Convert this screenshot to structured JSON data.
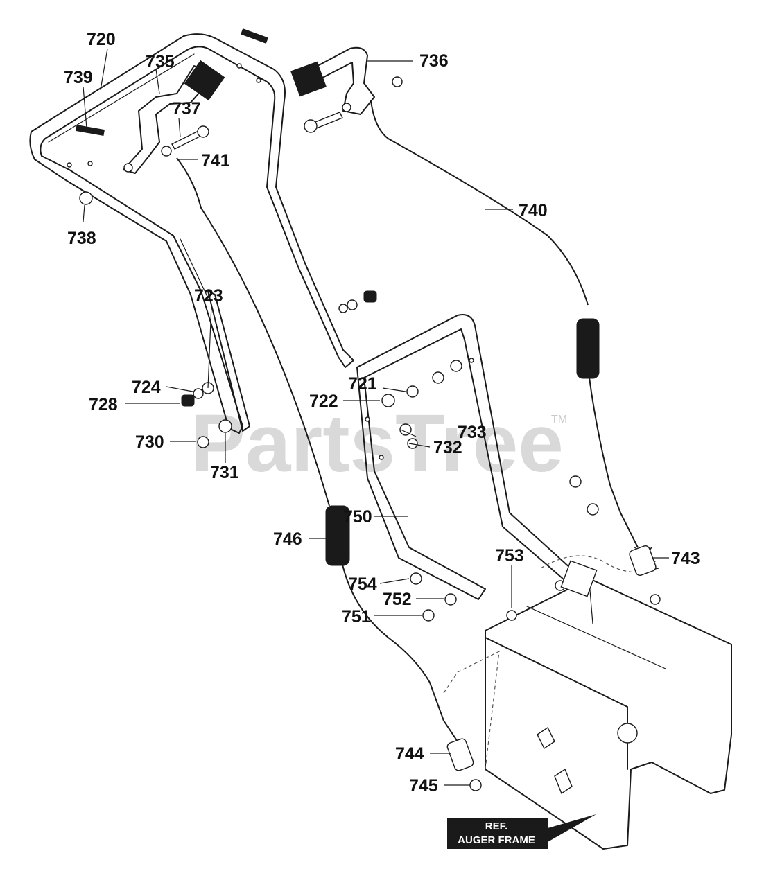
{
  "watermark": {
    "text": "PartsTree",
    "trademark": "TM"
  },
  "reference_box": {
    "line1": "REF.",
    "line2": "AUGER FRAME"
  },
  "part_labels": {
    "p720": "720",
    "p735": "735",
    "p739": "739",
    "p737": "737",
    "p741": "741",
    "p738": "738",
    "p736": "736",
    "p740": "740",
    "p723": "723",
    "p724": "724",
    "p728": "728",
    "p730": "730",
    "p731": "731",
    "p721": "721",
    "p722": "722",
    "p733": "733",
    "p732": "732",
    "p750": "750",
    "p746": "746",
    "p743": "743",
    "p753": "753",
    "p754": "754",
    "p752": "752",
    "p751": "751",
    "p744": "744",
    "p745": "745"
  }
}
